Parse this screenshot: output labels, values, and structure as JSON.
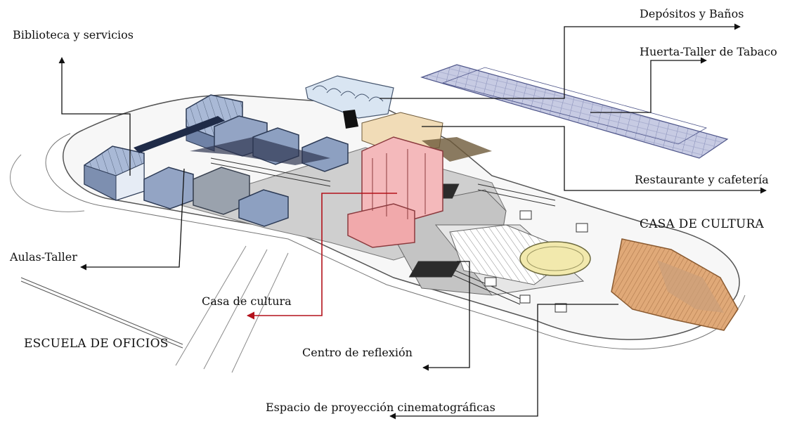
{
  "labels": {
    "biblioteca": "Biblioteca y servicios",
    "depositos": "Depósitos y Baños",
    "huerta": "Huerta-Taller de Tabaco",
    "restaurante": "Restaurante y cafetería",
    "casa_cultura_title": "CASA DE CULTURA",
    "aulas": "Aulas-Taller",
    "casa_cultura": "Casa de cultura",
    "escuela": "ESCUELA DE OFICIOS",
    "centro": "Centro de reflexión",
    "espacio": "Espacio de proyección cinematográficas"
  },
  "colors": {
    "leader_line": "#111111",
    "casa_cultura_leader": "#b3121b",
    "school_blocks": "#9fb0cc",
    "casa_cultura_building": "#f3b3b5",
    "auditorium": "#e6b78d",
    "plaza": "#c9c9c9",
    "greenhouse": "#b9bfd9",
    "ellipse_stage": "#f1e7a6"
  }
}
